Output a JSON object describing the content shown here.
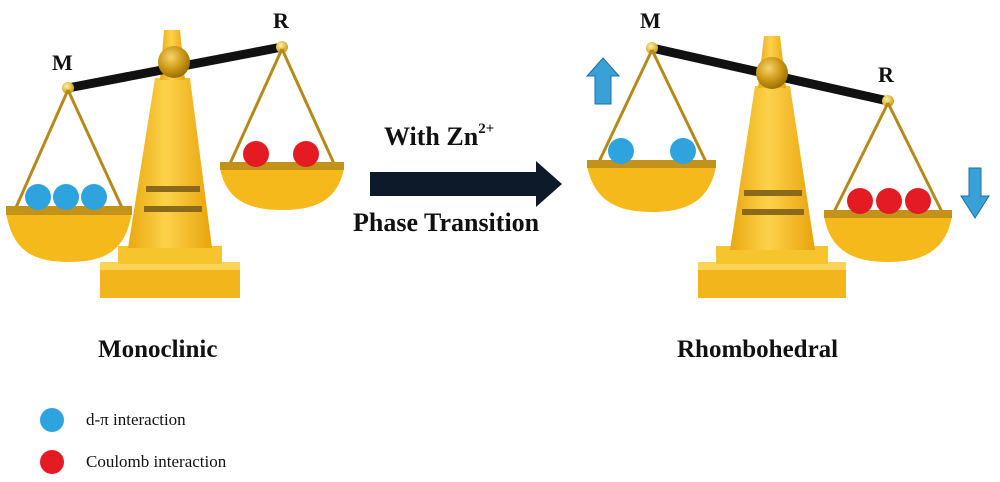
{
  "left_balance": {
    "name": "Monoclinic",
    "label_left": "M",
    "label_right": "R"
  },
  "right_balance": {
    "name": "Rhombohedral",
    "label_left": "M",
    "label_right": "R"
  },
  "transition": {
    "top_text": "With Zn",
    "top_superscript": "2+",
    "bottom_text": "Phase Transition"
  },
  "legend": [
    {
      "label": "d-π interaction",
      "color": "#2fa3de"
    },
    {
      "label": "Coulomb interaction",
      "color": "#e41b23"
    }
  ],
  "colors": {
    "gold": "#f5bd1f",
    "gold_dark": "#d79a0b",
    "gold_light": "#fcd75a",
    "beam": "#111111",
    "blue": "#2fa3de",
    "red": "#e41b23",
    "arrow": "#0d1a2a",
    "updown_arrow": "#3aa0d8"
  }
}
